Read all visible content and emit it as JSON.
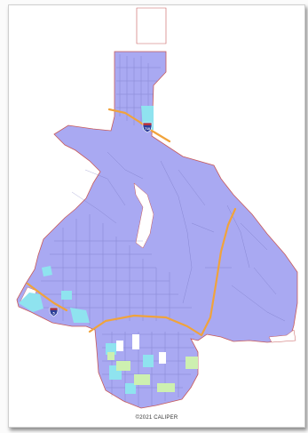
{
  "map": {
    "copyright": "©2021 CALIPER",
    "colors": {
      "city_area": "#a9a9f2",
      "boundary": "#c85a5a",
      "highway": "#f0a33c",
      "streets": "#6b6bb8",
      "tract_cyan": "#8fe3ef",
      "tract_green": "#cdf0b0",
      "unincorporated": "#ffffff"
    },
    "shields": [
      {
        "label": "710",
        "icon": "interstate-shield-icon"
      },
      {
        "label": "5",
        "icon": "interstate-shield-icon"
      }
    ]
  }
}
